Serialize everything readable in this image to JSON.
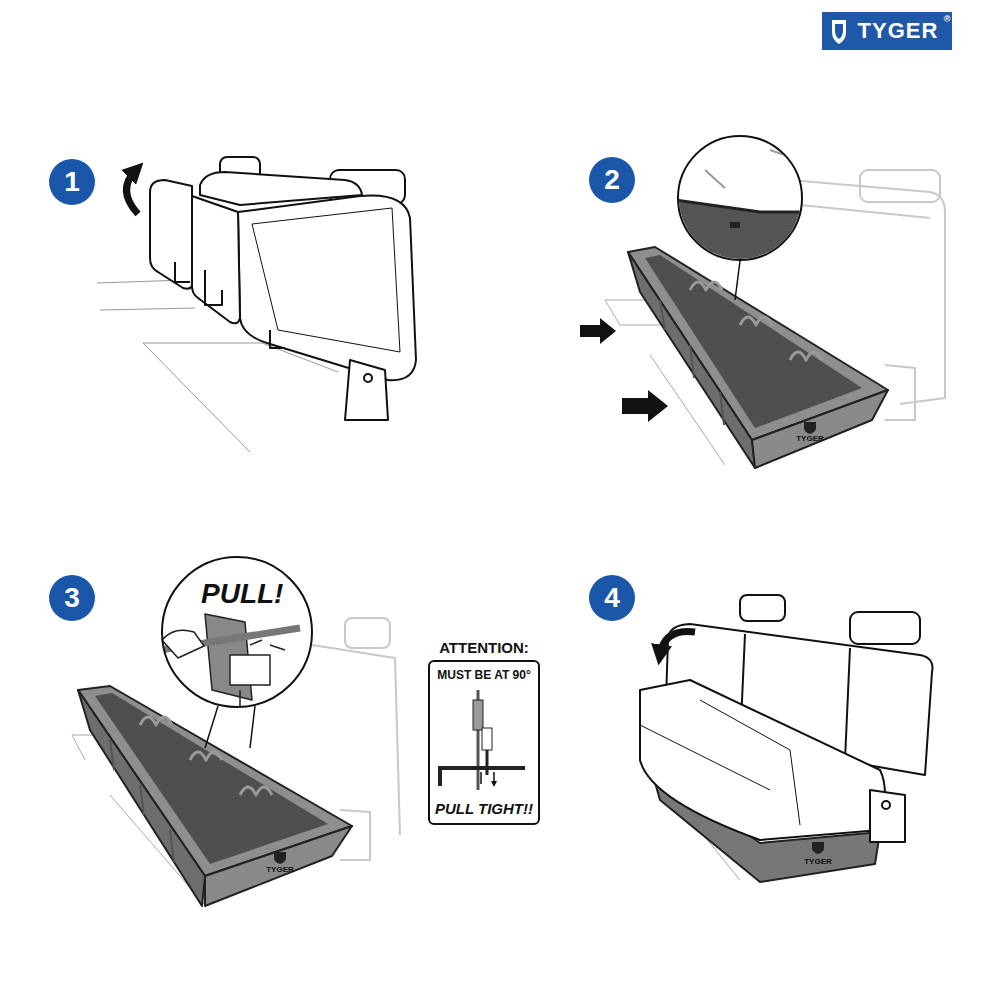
{
  "diagram": {
    "nodes": [
      {
        "text": [
          "TYGER"
        ]
      },
      {
        "text": [
          "1"
        ]
      },
      {
        "text": [
          "2"
        ]
      },
      {
        "text": [
          "3"
        ]
      },
      {
        "text": [
          "PULL!"
        ]
      },
      {
        "text": [
          "ATTENTION:",
          "MUST BE AT 90°",
          "PULL TIGHT!!"
        ]
      },
      {
        "text": [
          "4"
        ]
      }
    ],
    "labels": [
      "®",
      "TYGER",
      "TYGER",
      "TYGER"
    ]
  }
}
